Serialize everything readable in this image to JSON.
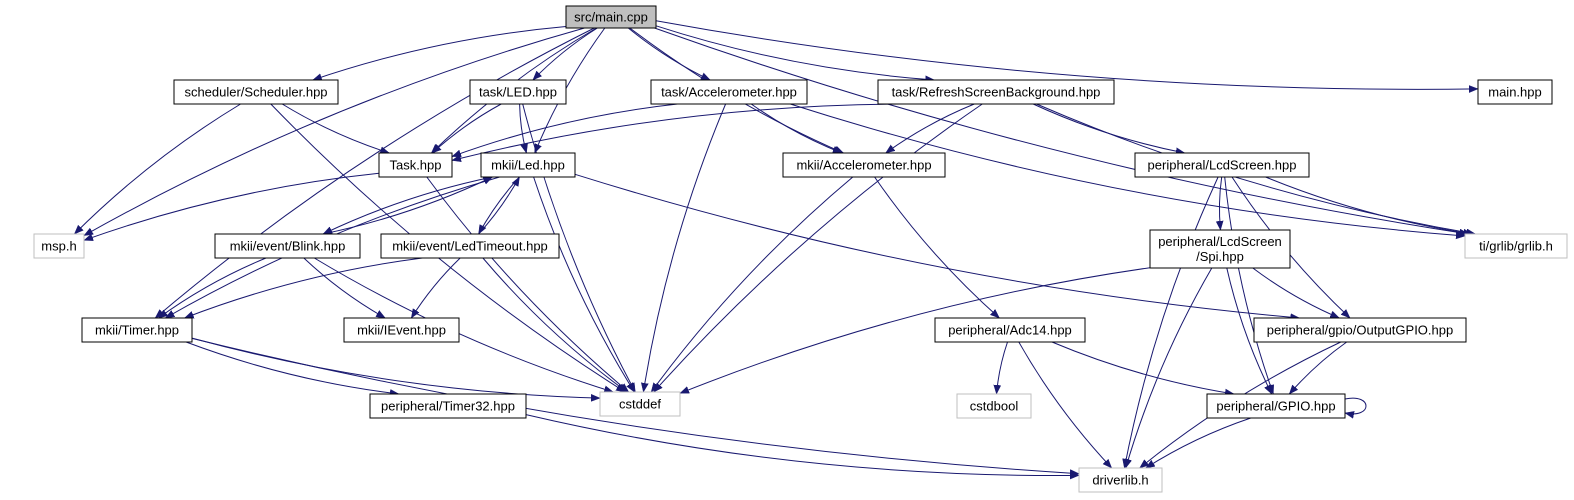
{
  "colors": {
    "edge": "#191970",
    "root_fill": "#bfbfbf",
    "local_border": "#000000",
    "system_border": "#bfbfbf",
    "background": "#ffffff"
  },
  "nodes": [
    {
      "id": "main_cpp",
      "label": "src/main.cpp",
      "kind": "root"
    },
    {
      "id": "scheduler",
      "label": "scheduler/Scheduler.hpp",
      "kind": "local"
    },
    {
      "id": "task_led",
      "label": "task/LED.hpp",
      "kind": "local"
    },
    {
      "id": "task_accel",
      "label": "task/Accelerometer.hpp",
      "kind": "local"
    },
    {
      "id": "task_refresh",
      "label": "task/RefreshScreenBackground.hpp",
      "kind": "local"
    },
    {
      "id": "main_hpp",
      "label": "main.hpp",
      "kind": "local"
    },
    {
      "id": "task_hpp",
      "label": "Task.hpp",
      "kind": "local"
    },
    {
      "id": "mkii_led",
      "label": "mkii/Led.hpp",
      "kind": "local"
    },
    {
      "id": "mkii_accel",
      "label": "mkii/Accelerometer.hpp",
      "kind": "local"
    },
    {
      "id": "lcdscreen",
      "label": "peripheral/LcdScreen.hpp",
      "kind": "local"
    },
    {
      "id": "msp",
      "label": "msp.h",
      "kind": "system"
    },
    {
      "id": "blink",
      "label": "mkii/event/Blink.hpp",
      "kind": "local"
    },
    {
      "id": "ledtimeout",
      "label": "mkii/event/LedTimeout.hpp",
      "kind": "local"
    },
    {
      "id": "lcdspi",
      "label": "peripheral/LcdScreen\n/Spi.hpp",
      "kind": "local"
    },
    {
      "id": "grlib",
      "label": "ti/grlib/grlib.h",
      "kind": "system"
    },
    {
      "id": "timer",
      "label": "mkii/Timer.hpp",
      "kind": "local"
    },
    {
      "id": "ievent",
      "label": "mkii/IEvent.hpp",
      "kind": "local"
    },
    {
      "id": "adc14",
      "label": "peripheral/Adc14.hpp",
      "kind": "local"
    },
    {
      "id": "outputgpio",
      "label": "peripheral/gpio/OutputGPIO.hpp",
      "kind": "local"
    },
    {
      "id": "timer32",
      "label": "peripheral/Timer32.hpp",
      "kind": "local"
    },
    {
      "id": "cstddef",
      "label": "cstddef",
      "kind": "system"
    },
    {
      "id": "cstdbool",
      "label": "cstdbool",
      "kind": "system"
    },
    {
      "id": "gpio",
      "label": "peripheral/GPIO.hpp",
      "kind": "local"
    },
    {
      "id": "driverlib",
      "label": "driverlib.h",
      "kind": "system"
    }
  ],
  "edges": [
    {
      "from": "main_cpp",
      "to": "scheduler"
    },
    {
      "from": "main_cpp",
      "to": "task_led"
    },
    {
      "from": "main_cpp",
      "to": "task_accel"
    },
    {
      "from": "main_cpp",
      "to": "task_refresh"
    },
    {
      "from": "main_cpp",
      "to": "main_hpp"
    },
    {
      "from": "main_cpp",
      "to": "task_hpp"
    },
    {
      "from": "main_cpp",
      "to": "mkii_led"
    },
    {
      "from": "main_cpp",
      "to": "mkii_accel"
    },
    {
      "from": "main_cpp",
      "to": "msp"
    },
    {
      "from": "main_cpp",
      "to": "timer"
    },
    {
      "from": "main_cpp",
      "to": "grlib"
    },
    {
      "from": "scheduler",
      "to": "task_hpp"
    },
    {
      "from": "scheduler",
      "to": "msp"
    },
    {
      "from": "scheduler",
      "to": "cstddef"
    },
    {
      "from": "task_led",
      "to": "task_hpp"
    },
    {
      "from": "task_led",
      "to": "mkii_led"
    },
    {
      "from": "task_led",
      "to": "cstddef"
    },
    {
      "from": "task_accel",
      "to": "task_hpp"
    },
    {
      "from": "task_accel",
      "to": "mkii_accel"
    },
    {
      "from": "task_accel",
      "to": "cstddef"
    },
    {
      "from": "task_accel",
      "to": "grlib"
    },
    {
      "from": "task_refresh",
      "to": "task_hpp"
    },
    {
      "from": "task_refresh",
      "to": "mkii_accel"
    },
    {
      "from": "task_refresh",
      "to": "lcdscreen"
    },
    {
      "from": "task_refresh",
      "to": "grlib"
    },
    {
      "from": "task_refresh",
      "to": "cstddef"
    },
    {
      "from": "task_hpp",
      "to": "msp"
    },
    {
      "from": "task_hpp",
      "to": "cstddef"
    },
    {
      "from": "mkii_led",
      "to": "blink"
    },
    {
      "from": "mkii_led",
      "to": "ledtimeout"
    },
    {
      "from": "mkii_led",
      "to": "timer"
    },
    {
      "from": "mkii_led",
      "to": "outputgpio"
    },
    {
      "from": "mkii_led",
      "to": "cstddef"
    },
    {
      "from": "blink",
      "to": "mkii_led"
    },
    {
      "from": "blink",
      "to": "timer"
    },
    {
      "from": "blink",
      "to": "ievent"
    },
    {
      "from": "blink",
      "to": "cstddef"
    },
    {
      "from": "ledtimeout",
      "to": "mkii_led"
    },
    {
      "from": "ledtimeout",
      "to": "timer"
    },
    {
      "from": "ledtimeout",
      "to": "ievent"
    },
    {
      "from": "ledtimeout",
      "to": "cstddef"
    },
    {
      "from": "mkii_accel",
      "to": "adc14"
    },
    {
      "from": "mkii_accel",
      "to": "cstddef"
    },
    {
      "from": "lcdscreen",
      "to": "lcdspi"
    },
    {
      "from": "lcdscreen",
      "to": "outputgpio"
    },
    {
      "from": "lcdscreen",
      "to": "gpio"
    },
    {
      "from": "lcdscreen",
      "to": "grlib"
    },
    {
      "from": "lcdscreen",
      "to": "driverlib"
    },
    {
      "from": "lcdspi",
      "to": "outputgpio"
    },
    {
      "from": "lcdspi",
      "to": "gpio"
    },
    {
      "from": "lcdspi",
      "to": "driverlib"
    },
    {
      "from": "lcdspi",
      "to": "cstddef"
    },
    {
      "from": "timer",
      "to": "timer32"
    },
    {
      "from": "timer",
      "to": "cstddef"
    },
    {
      "from": "timer",
      "to": "driverlib"
    },
    {
      "from": "timer32",
      "to": "driverlib"
    },
    {
      "from": "adc14",
      "to": "cstdbool"
    },
    {
      "from": "adc14",
      "to": "gpio"
    },
    {
      "from": "adc14",
      "to": "driverlib"
    },
    {
      "from": "outputgpio",
      "to": "gpio"
    },
    {
      "from": "outputgpio",
      "to": "driverlib"
    },
    {
      "from": "gpio",
      "to": "gpio"
    },
    {
      "from": "gpio",
      "to": "driverlib"
    }
  ]
}
